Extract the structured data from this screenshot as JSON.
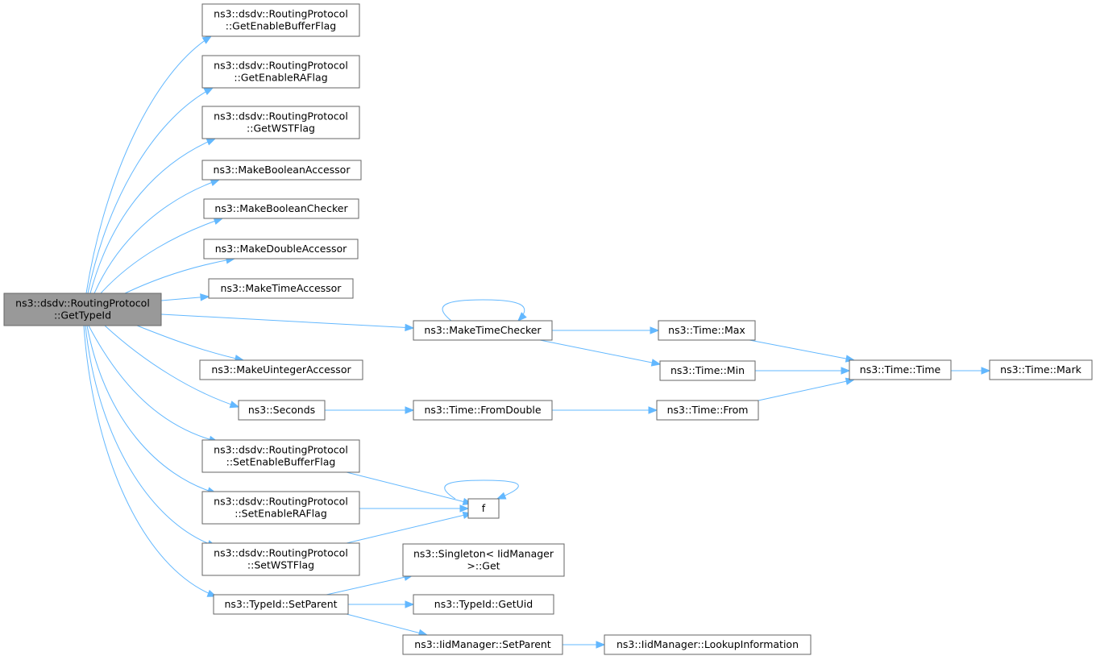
{
  "colors": {
    "edge": "#63b8ff",
    "node_border": "#666666",
    "root_fill": "#999999",
    "node_fill": "#ffffff"
  },
  "nodes": [
    {
      "id": "root",
      "lines": [
        "ns3::dsdv::RoutingProtocol",
        "::GetTypeId"
      ],
      "root": true
    },
    {
      "id": "getEnableBufferFlag",
      "lines": [
        "ns3::dsdv::RoutingProtocol",
        "::GetEnableBufferFlag"
      ]
    },
    {
      "id": "getEnableRAFlag",
      "lines": [
        "ns3::dsdv::RoutingProtocol",
        "::GetEnableRAFlag"
      ]
    },
    {
      "id": "getWSTFlag",
      "lines": [
        "ns3::dsdv::RoutingProtocol",
        "::GetWSTFlag"
      ]
    },
    {
      "id": "makeBooleanAccessor",
      "lines": [
        "ns3::MakeBooleanAccessor"
      ]
    },
    {
      "id": "makeBooleanChecker",
      "lines": [
        "ns3::MakeBooleanChecker"
      ]
    },
    {
      "id": "makeDoubleAccessor",
      "lines": [
        "ns3::MakeDoubleAccessor"
      ]
    },
    {
      "id": "makeTimeAccessor",
      "lines": [
        "ns3::MakeTimeAccessor"
      ]
    },
    {
      "id": "makeTimeChecker",
      "lines": [
        "ns3::MakeTimeChecker"
      ]
    },
    {
      "id": "makeUintegerAccessor",
      "lines": [
        "ns3::MakeUintegerAccessor"
      ]
    },
    {
      "id": "seconds",
      "lines": [
        "ns3::Seconds"
      ]
    },
    {
      "id": "setEnableBufferFlag",
      "lines": [
        "ns3::dsdv::RoutingProtocol",
        "::SetEnableBufferFlag"
      ]
    },
    {
      "id": "setEnableRAFlag",
      "lines": [
        "ns3::dsdv::RoutingProtocol",
        "::SetEnableRAFlag"
      ]
    },
    {
      "id": "setWSTFlag",
      "lines": [
        "ns3::dsdv::RoutingProtocol",
        "::SetWSTFlag"
      ]
    },
    {
      "id": "typeIdSetParent",
      "lines": [
        "ns3::TypeId::SetParent"
      ]
    },
    {
      "id": "timeMax",
      "lines": [
        "ns3::Time::Max"
      ]
    },
    {
      "id": "timeMin",
      "lines": [
        "ns3::Time::Min"
      ]
    },
    {
      "id": "timeFromDouble",
      "lines": [
        "ns3::Time::FromDouble"
      ]
    },
    {
      "id": "timeFrom",
      "lines": [
        "ns3::Time::From"
      ]
    },
    {
      "id": "timeTime",
      "lines": [
        "ns3::Time::Time"
      ]
    },
    {
      "id": "timeMark",
      "lines": [
        "ns3::Time::Mark"
      ]
    },
    {
      "id": "f",
      "lines": [
        "f"
      ]
    },
    {
      "id": "singletonGet",
      "lines": [
        "ns3::Singleton< IidManager",
        ">::Get"
      ]
    },
    {
      "id": "typeIdGetUid",
      "lines": [
        "ns3::TypeId::GetUid"
      ]
    },
    {
      "id": "iidSetParent",
      "lines": [
        "ns3::IidManager::SetParent"
      ]
    },
    {
      "id": "iidLookup",
      "lines": [
        "ns3::IidManager::LookupInformation"
      ]
    }
  ],
  "edges": [
    [
      "root",
      "getEnableBufferFlag"
    ],
    [
      "root",
      "getEnableRAFlag"
    ],
    [
      "root",
      "getWSTFlag"
    ],
    [
      "root",
      "makeBooleanAccessor"
    ],
    [
      "root",
      "makeBooleanChecker"
    ],
    [
      "root",
      "makeDoubleAccessor"
    ],
    [
      "root",
      "makeTimeAccessor"
    ],
    [
      "root",
      "makeTimeChecker"
    ],
    [
      "root",
      "makeUintegerAccessor"
    ],
    [
      "root",
      "seconds"
    ],
    [
      "root",
      "setEnableBufferFlag"
    ],
    [
      "root",
      "setEnableRAFlag"
    ],
    [
      "root",
      "setWSTFlag"
    ],
    [
      "root",
      "typeIdSetParent"
    ],
    [
      "makeTimeChecker",
      "makeTimeChecker"
    ],
    [
      "makeTimeChecker",
      "timeMax"
    ],
    [
      "makeTimeChecker",
      "timeMin"
    ],
    [
      "timeMax",
      "timeTime"
    ],
    [
      "timeMin",
      "timeTime"
    ],
    [
      "timeTime",
      "timeMark"
    ],
    [
      "seconds",
      "timeFromDouble"
    ],
    [
      "timeFromDouble",
      "timeFrom"
    ],
    [
      "timeFrom",
      "timeTime"
    ],
    [
      "setEnableBufferFlag",
      "f"
    ],
    [
      "setEnableRAFlag",
      "f"
    ],
    [
      "setWSTFlag",
      "f"
    ],
    [
      "f",
      "f"
    ],
    [
      "typeIdSetParent",
      "singletonGet"
    ],
    [
      "typeIdSetParent",
      "typeIdGetUid"
    ],
    [
      "typeIdSetParent",
      "iidSetParent"
    ],
    [
      "iidSetParent",
      "iidLookup"
    ]
  ]
}
